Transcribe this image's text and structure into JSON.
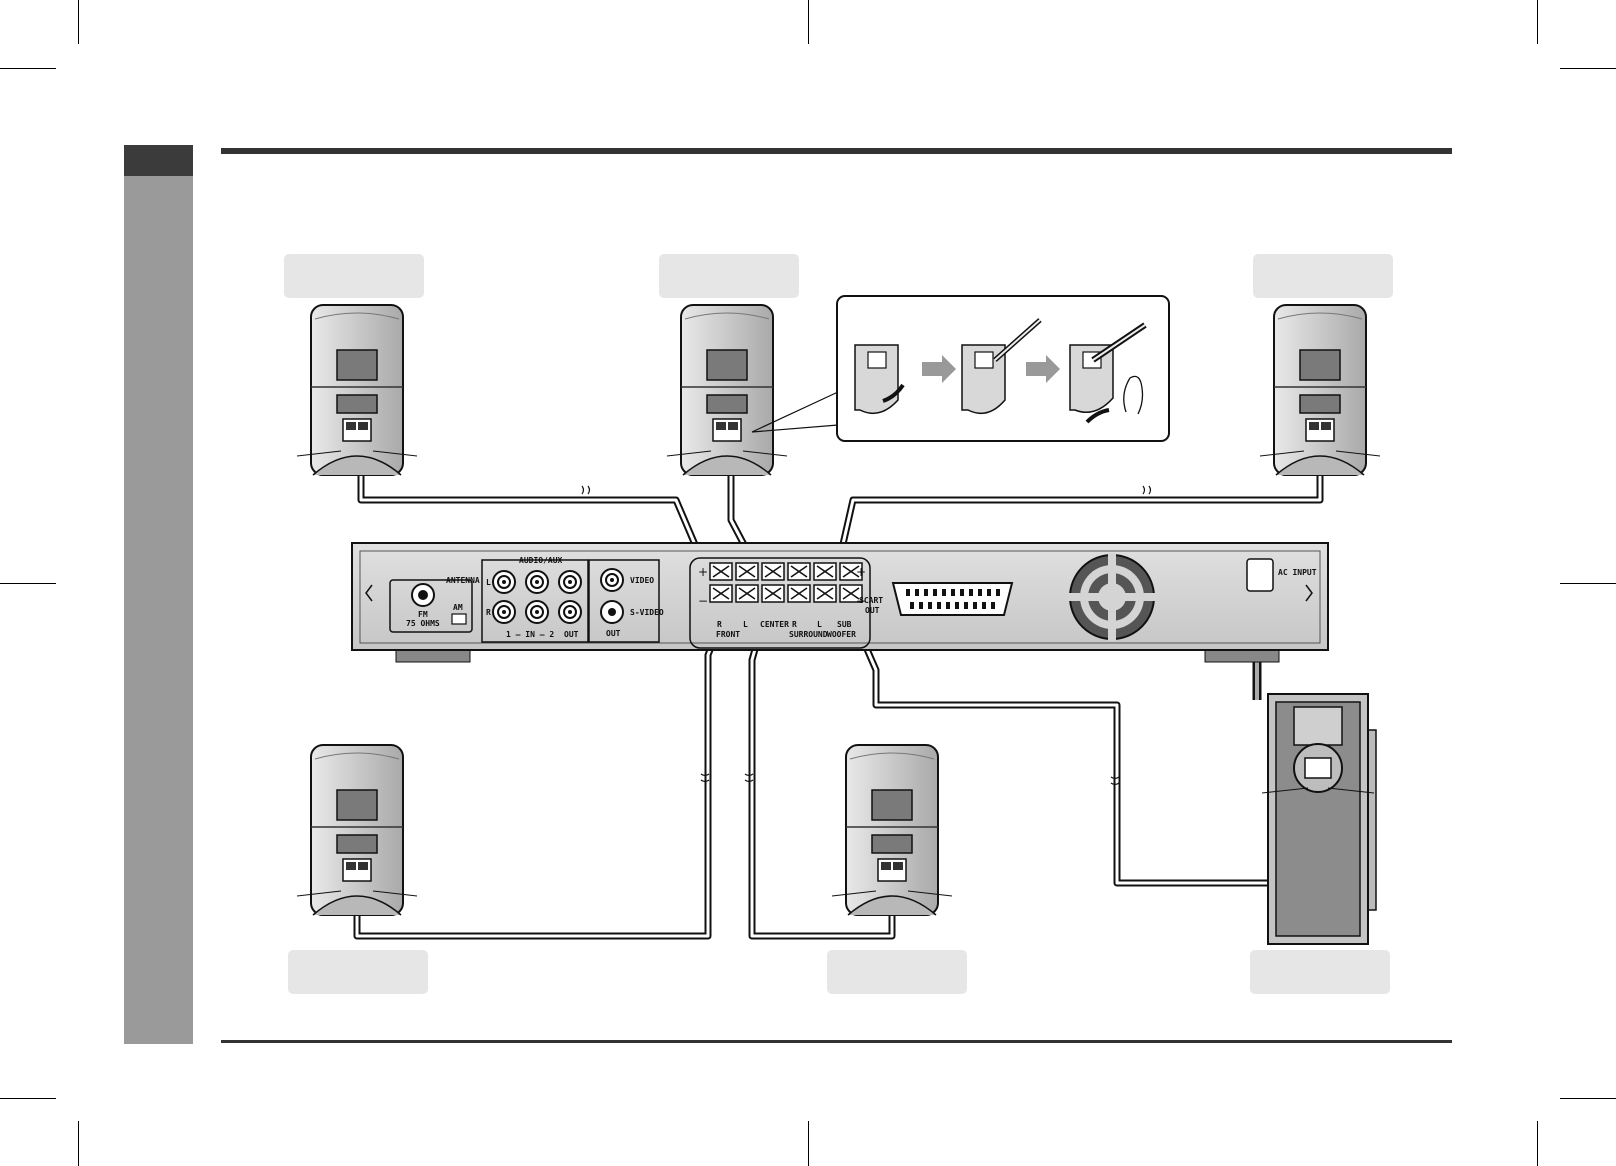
{
  "receiver": {
    "antenna_label": "ANTENNA",
    "fm_label": "FM",
    "fm_ohms": "75 OHMS",
    "am_label": "AM",
    "audio_aux_label": "AUDIO/AUX",
    "channel_l": "L",
    "channel_r": "R",
    "aux_inputs": "1 — IN — 2",
    "aux_out": "OUT",
    "video_label": "VIDEO",
    "svideo_label": "S-VIDEO",
    "video_out": "OUT",
    "terminal_r1": "R",
    "terminal_l1": "L",
    "front_label": "FRONT",
    "terminal_center": "CENTER",
    "terminal_r2": "R",
    "terminal_l2": "L",
    "surround_label": "SURROUND",
    "sub_label": "SUB",
    "woofer_label": "WOOFER",
    "plus_sign": "+",
    "minus_sign": "−",
    "scart_label": "SCART",
    "scart_out": "OUT",
    "ac_input_label": "AC INPUT"
  },
  "colors": {
    "sidebar": "#9a9a9a",
    "sidebar_dark": "#3b3b3b",
    "label_box": "#e6e6e6",
    "receiver_body": "#d4d4d4",
    "speaker_body": "#cfcfcf",
    "arrow": "#999999"
  }
}
